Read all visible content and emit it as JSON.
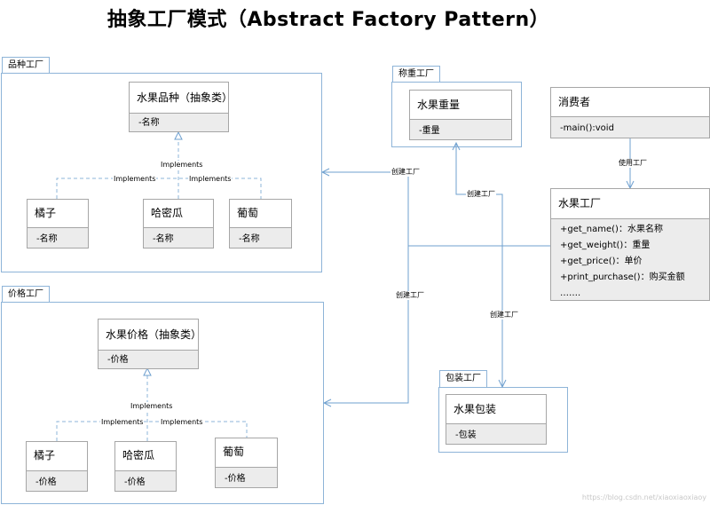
{
  "title": "抽象工厂模式（Abstract Factory Pattern）",
  "packages": {
    "variety": "品种工厂",
    "price": "价格工厂",
    "weight": "称重工厂",
    "packaging": "包装工厂"
  },
  "classes": {
    "variety_abstract": {
      "name": "水果品种（抽象类）",
      "attr": "-名称"
    },
    "variety_orange": {
      "name": "橘子",
      "attr": "-名称"
    },
    "variety_melon": {
      "name": "哈密瓜",
      "attr": "-名称"
    },
    "variety_grape": {
      "name": "葡萄",
      "attr": "-名称"
    },
    "price_abstract": {
      "name": "水果价格（抽象类）",
      "attr": "-价格"
    },
    "price_orange": {
      "name": "橘子",
      "attr": "-价格"
    },
    "price_melon": {
      "name": "哈密瓜",
      "attr": "-价格"
    },
    "price_grape": {
      "name": "葡萄",
      "attr": "-价格"
    },
    "weight": {
      "name": "水果重量",
      "attr": "-重量"
    },
    "consumer": {
      "name": "消费者",
      "attr": "-main():void"
    },
    "fruit_factory": {
      "name": "水果工厂",
      "methods": [
        "+get_name()：水果名称",
        "+get_weight()：重量",
        "+get_price()：单价",
        "+print_purchase()：购买金额",
        "……."
      ]
    },
    "packaging": {
      "name": "水果包装",
      "attr": "-包装"
    }
  },
  "labels": {
    "implements": "Implements",
    "create_factory": "创建工厂",
    "use_factory": "使用工厂"
  },
  "colors": {
    "package_border": "#8eb4d8",
    "class_border": "#a6a6a6",
    "class_body": "#ececec",
    "connector": "#6fa0cf"
  },
  "watermark": "https://blog.csdn.net/xiaoxiaoxiaoy"
}
